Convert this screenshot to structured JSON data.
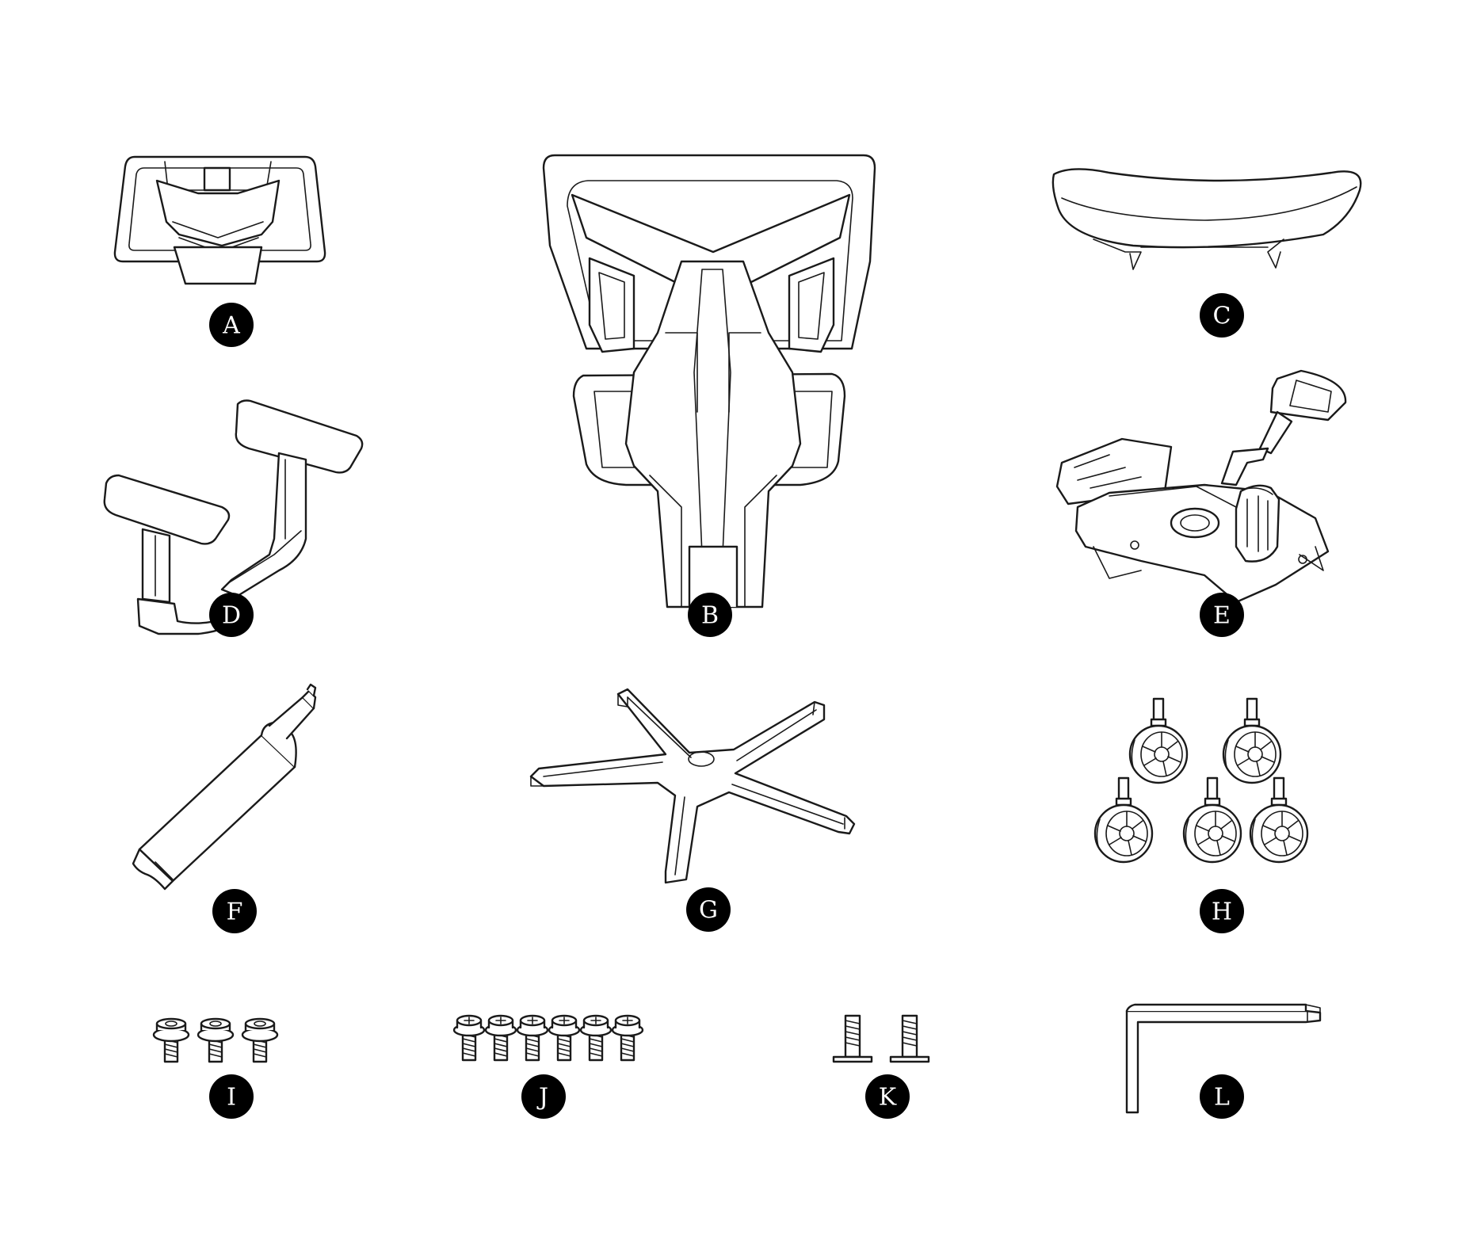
{
  "parts": [
    {
      "letter": "A",
      "name": "headrest"
    },
    {
      "letter": "B",
      "name": "backrest"
    },
    {
      "letter": "C",
      "name": "seat"
    },
    {
      "letter": "D",
      "name": "armrests"
    },
    {
      "letter": "E",
      "name": "tilt-mechanism"
    },
    {
      "letter": "F",
      "name": "gas-lift"
    },
    {
      "letter": "G",
      "name": "five-star-base"
    },
    {
      "letter": "H",
      "name": "casters"
    },
    {
      "letter": "I",
      "name": "bolts-3"
    },
    {
      "letter": "J",
      "name": "bolts-6"
    },
    {
      "letter": "K",
      "name": "bolts-2"
    },
    {
      "letter": "L",
      "name": "hex-key"
    }
  ],
  "colors": {
    "line": "#1a1a1a",
    "badge": "#000000",
    "background": "#ffffff"
  }
}
